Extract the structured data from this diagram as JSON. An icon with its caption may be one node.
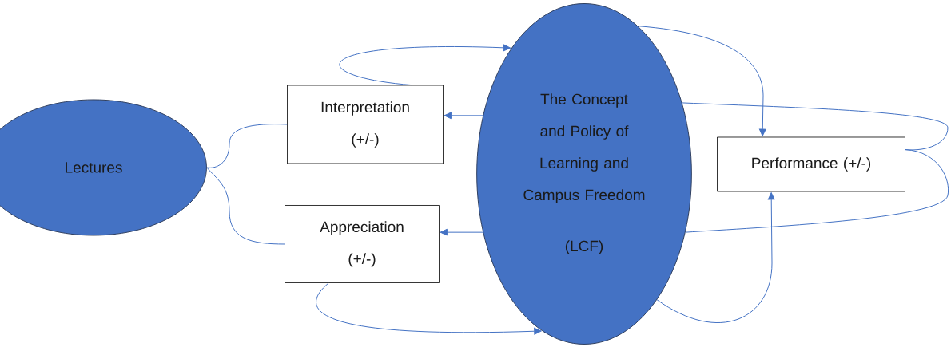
{
  "diagram": {
    "nodes": [
      {
        "text": [
          "Lectures"
        ]
      },
      {
        "text": [
          "Interpretation (+/-)"
        ]
      },
      {
        "text": [
          "Appreciation (+/-)"
        ]
      },
      {
        "text": [
          "The Concept and Policy of Learning and Campus Freedom",
          "(LCF)"
        ]
      },
      {
        "text": [
          "Performance (+/-)"
        ]
      }
    ],
    "edges": [
      {
        "from": 0,
        "to": 1,
        "arrow": "none"
      },
      {
        "from": 0,
        "to": 2,
        "arrow": "none"
      },
      {
        "from": 3,
        "to": 1,
        "arrow": "to"
      },
      {
        "from": 3,
        "to": 2,
        "arrow": "to"
      },
      {
        "from": 1,
        "to": 3,
        "arrow": "to"
      },
      {
        "from": 2,
        "to": 3,
        "arrow": "to"
      },
      {
        "from": 3,
        "to": 4,
        "arrow": "to"
      },
      {
        "from": 3,
        "to": 4,
        "arrow": "none"
      },
      {
        "from": 4,
        "to": 3,
        "arrow": "none"
      },
      {
        "from": 3,
        "to": 4,
        "arrow": "to"
      }
    ]
  }
}
